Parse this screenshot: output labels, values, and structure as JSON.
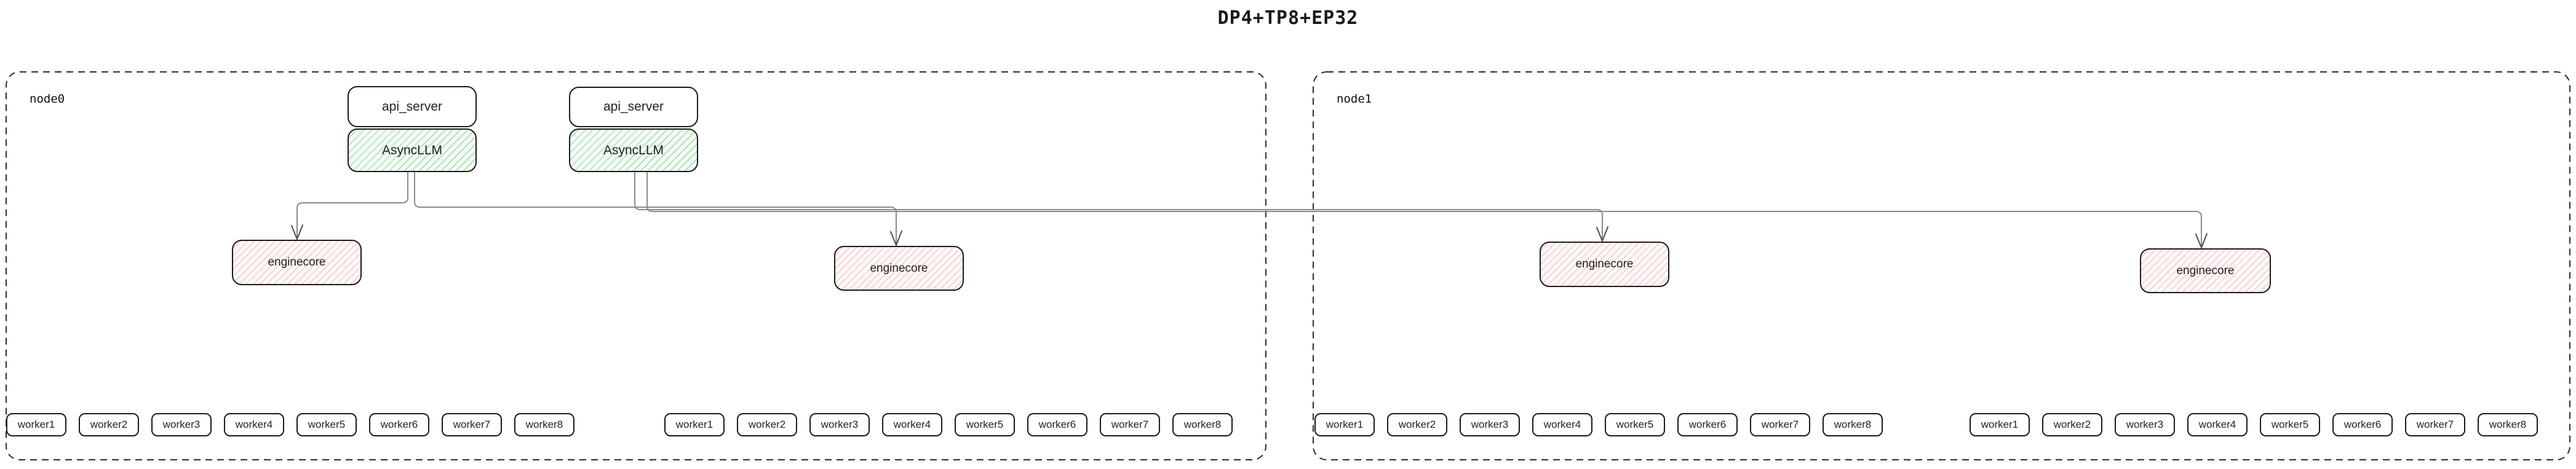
{
  "title": "DP4+TP8+EP32",
  "nodes": [
    {
      "label": "node0"
    },
    {
      "label": "node1"
    }
  ],
  "labels": {
    "api_server": "api_server",
    "asyncllm": "AsyncLLM",
    "enginecore": "enginecore"
  },
  "workers": {
    "node0_group1": [
      "worker1",
      "worker2",
      "worker3",
      "worker4",
      "worker5",
      "worker6",
      "worker7",
      "worker8"
    ],
    "node0_group2": [
      "worker1",
      "worker2",
      "worker3",
      "worker4",
      "worker5",
      "worker6",
      "worker7",
      "worker8"
    ],
    "node1_group1": [
      "worker1",
      "worker2",
      "worker3",
      "worker4",
      "worker5",
      "worker6",
      "worker7",
      "worker8"
    ],
    "node1_group2": [
      "worker1",
      "worker2",
      "worker3",
      "worker4",
      "worker5",
      "worker6",
      "worker7",
      "worker8"
    ]
  },
  "colors": {
    "asyncllm_hatch": "#7dd28c",
    "enginecore_hatch": "#eca4a4",
    "box_border": "#1a1a1a",
    "node_border": "#2e2e2e",
    "connector": "#8a8a8a",
    "arrowhead": "#4c4c4c",
    "background": "#ffffff"
  }
}
